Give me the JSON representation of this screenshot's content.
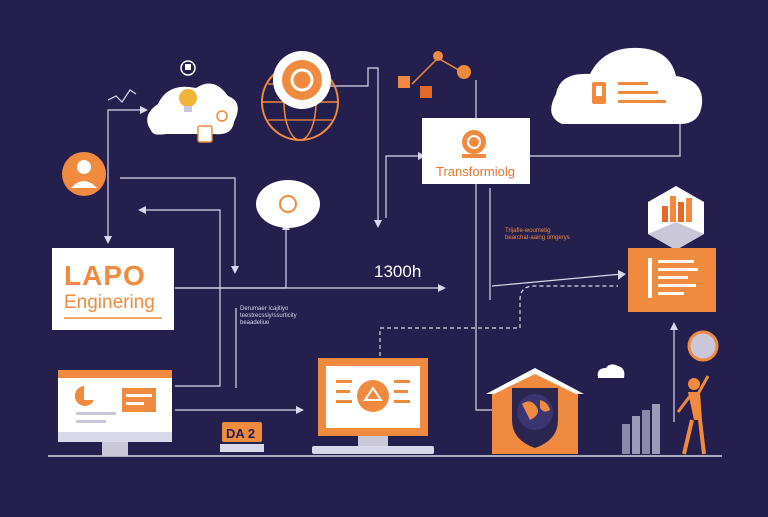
{
  "diagram": {
    "company_title": "LAPO",
    "company_subtitle": "Enginering",
    "transform_label": "Transformiolg",
    "time_label": "1300h",
    "device_label": "DA 2",
    "note_dark": [
      "Derumaer Icajitiyo",
      "teestrecssiy/ssurticity",
      "beaadeliue"
    ],
    "note_orange": [
      "Trijafle-woumetig",
      "bearchat-aaing omgerys"
    ]
  },
  "icons": [
    "user-icon",
    "lightbulb-icon",
    "globe-icon",
    "cloud-icon",
    "house-globe-icon",
    "bar-chart-icon",
    "person-pointing-icon",
    "monitor-icon",
    "laptop-icon"
  ],
  "colors": {
    "background": "#241f4d",
    "accent": "#f08a3e",
    "panel": "#ffffff",
    "connector": "#d9d7ea"
  }
}
